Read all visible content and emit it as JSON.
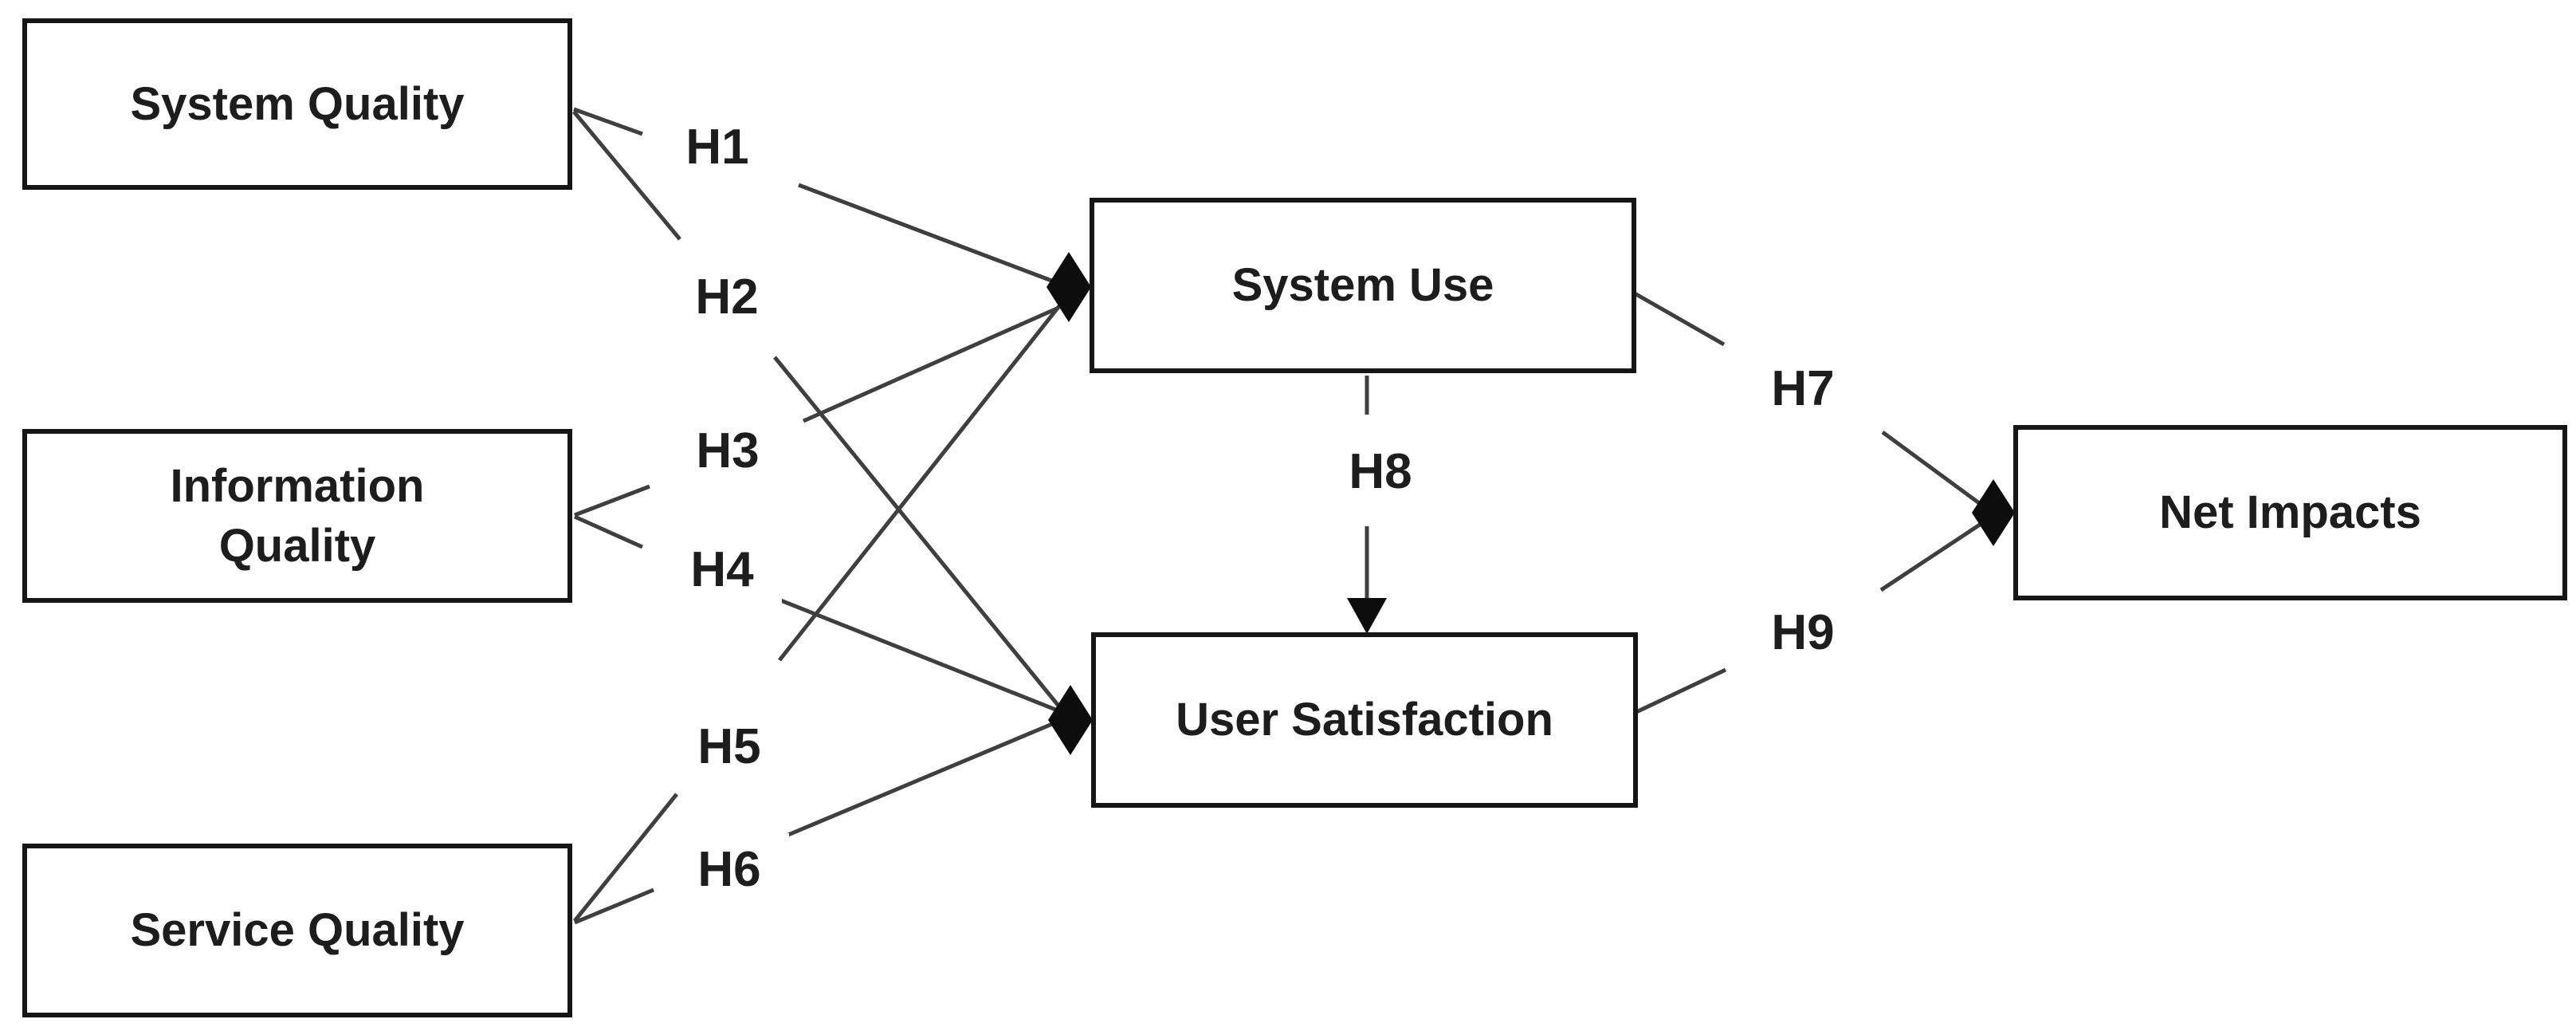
{
  "diagram": {
    "title": "",
    "type": "hypothesis-path-model",
    "colors": {
      "background": "#ffffff",
      "box_border": "#161616",
      "text": "#1d1d1d",
      "line": "#3f3f3f",
      "arrow_fill": "#0d0d0d"
    },
    "nodes": [
      {
        "id": "system-quality",
        "label": "System Quality"
      },
      {
        "id": "information-quality",
        "label": "Information Quality"
      },
      {
        "id": "service-quality",
        "label": "Service Quality"
      },
      {
        "id": "system-use",
        "label": "System Use"
      },
      {
        "id": "user-satisfaction",
        "label": "User Satisfaction"
      },
      {
        "id": "net-impacts",
        "label": "Net Impacts"
      }
    ],
    "edges": [
      {
        "label": "H1",
        "from": "System Quality",
        "to": "System Use"
      },
      {
        "label": "H2",
        "from": "System Quality",
        "to": "User Satisfaction"
      },
      {
        "label": "H3",
        "from": "Information Quality",
        "to": "System Use"
      },
      {
        "label": "H4",
        "from": "Information Quality",
        "to": "User Satisfaction"
      },
      {
        "label": "H5",
        "from": "Service Quality",
        "to": "System Use"
      },
      {
        "label": "H6",
        "from": "Service Quality",
        "to": "User Satisfaction"
      },
      {
        "label": "H7",
        "from": "System Use",
        "to": "Net Impacts"
      },
      {
        "label": "H8",
        "from": "System Use",
        "to": "User Satisfaction"
      },
      {
        "label": "H9",
        "from": "User Satisfaction",
        "to": "Net Impacts"
      }
    ]
  }
}
